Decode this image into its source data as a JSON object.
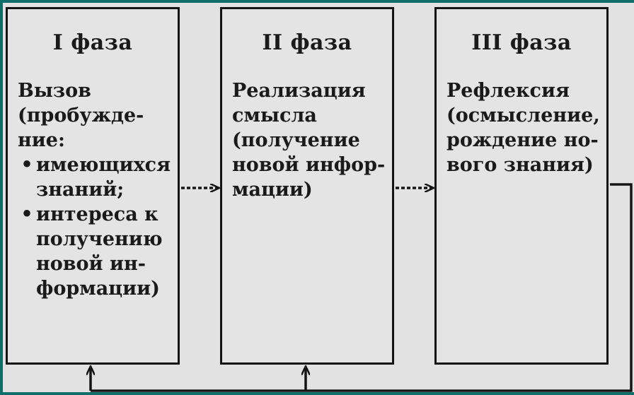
{
  "phases": [
    {
      "title": "I фаза",
      "stage": "Вызов",
      "lines": [
        "(пробужде-",
        "ние:"
      ],
      "bullets": [
        {
          "lines": [
            "имеющихся",
            "знаний;"
          ]
        },
        {
          "lines": [
            "интереса к",
            "получению",
            "новой ин-",
            "формации)"
          ]
        }
      ]
    },
    {
      "title": "II фаза",
      "stage_lines": [
        "Реализация",
        "смысла"
      ],
      "lines": [
        "(получение",
        "новой инфор-",
        "мации)"
      ]
    },
    {
      "title": "III фаза",
      "stage": "Рефлексия",
      "lines": [
        "(осмысление,",
        "рождение но-",
        "вого знания)"
      ]
    }
  ],
  "bullet_char": "•",
  "colors": {
    "frame": "#0f6e6a",
    "background": "#e2e2e2",
    "ink": "#141414"
  }
}
